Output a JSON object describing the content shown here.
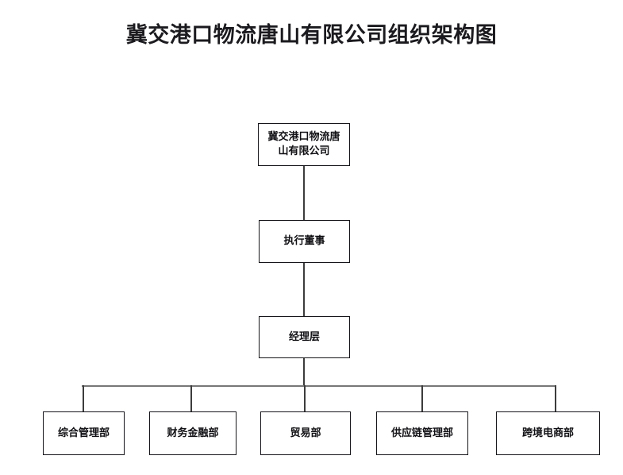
{
  "title": "冀交港口物流唐山有限公司组织架构图",
  "colors": {
    "background": "#ffffff",
    "title_text": "#1b1b1f",
    "box_border": "#15151a",
    "box_fill": "#ffffff",
    "box_text": "#111115",
    "connector": "#3c3c3c",
    "bus_line": "#777777"
  },
  "chart_data": {
    "type": "diagram",
    "diagram_kind": "organization-chart",
    "title": "冀交港口物流唐山有限公司组织架构图",
    "orientation": "top-down",
    "levels": [
      {
        "level": 1,
        "nodes": [
          {
            "id": "company",
            "label": "冀交港口物流唐\n山有限公司",
            "label_plain": "冀交港口物流唐山有限公司"
          }
        ]
      },
      {
        "level": 2,
        "nodes": [
          {
            "id": "executive-director",
            "label": "执行董事",
            "label_plain": "执行董事"
          }
        ]
      },
      {
        "level": 3,
        "nodes": [
          {
            "id": "manager-layer",
            "label": "经理层",
            "label_plain": "经理层"
          }
        ]
      },
      {
        "level": 4,
        "nodes": [
          {
            "id": "general-management",
            "label": "综合管理部",
            "label_plain": "综合管理部"
          },
          {
            "id": "finance",
            "label": "财务金融部",
            "label_plain": "财务金融部"
          },
          {
            "id": "trade",
            "label": "贸易部",
            "label_plain": "贸易部"
          },
          {
            "id": "supply-chain",
            "label": "供应链管理部",
            "label_plain": "供应链管理部"
          },
          {
            "id": "cross-border-ecommerce",
            "label": "跨境电商部",
            "label_plain": "跨境电商部"
          }
        ]
      }
    ],
    "edges": [
      {
        "from": "company",
        "to": "executive-director"
      },
      {
        "from": "executive-director",
        "to": "manager-layer"
      },
      {
        "from": "manager-layer",
        "to": "general-management"
      },
      {
        "from": "manager-layer",
        "to": "finance"
      },
      {
        "from": "manager-layer",
        "to": "trade"
      },
      {
        "from": "manager-layer",
        "to": "supply-chain"
      },
      {
        "from": "manager-layer",
        "to": "cross-border-ecommerce"
      }
    ]
  }
}
